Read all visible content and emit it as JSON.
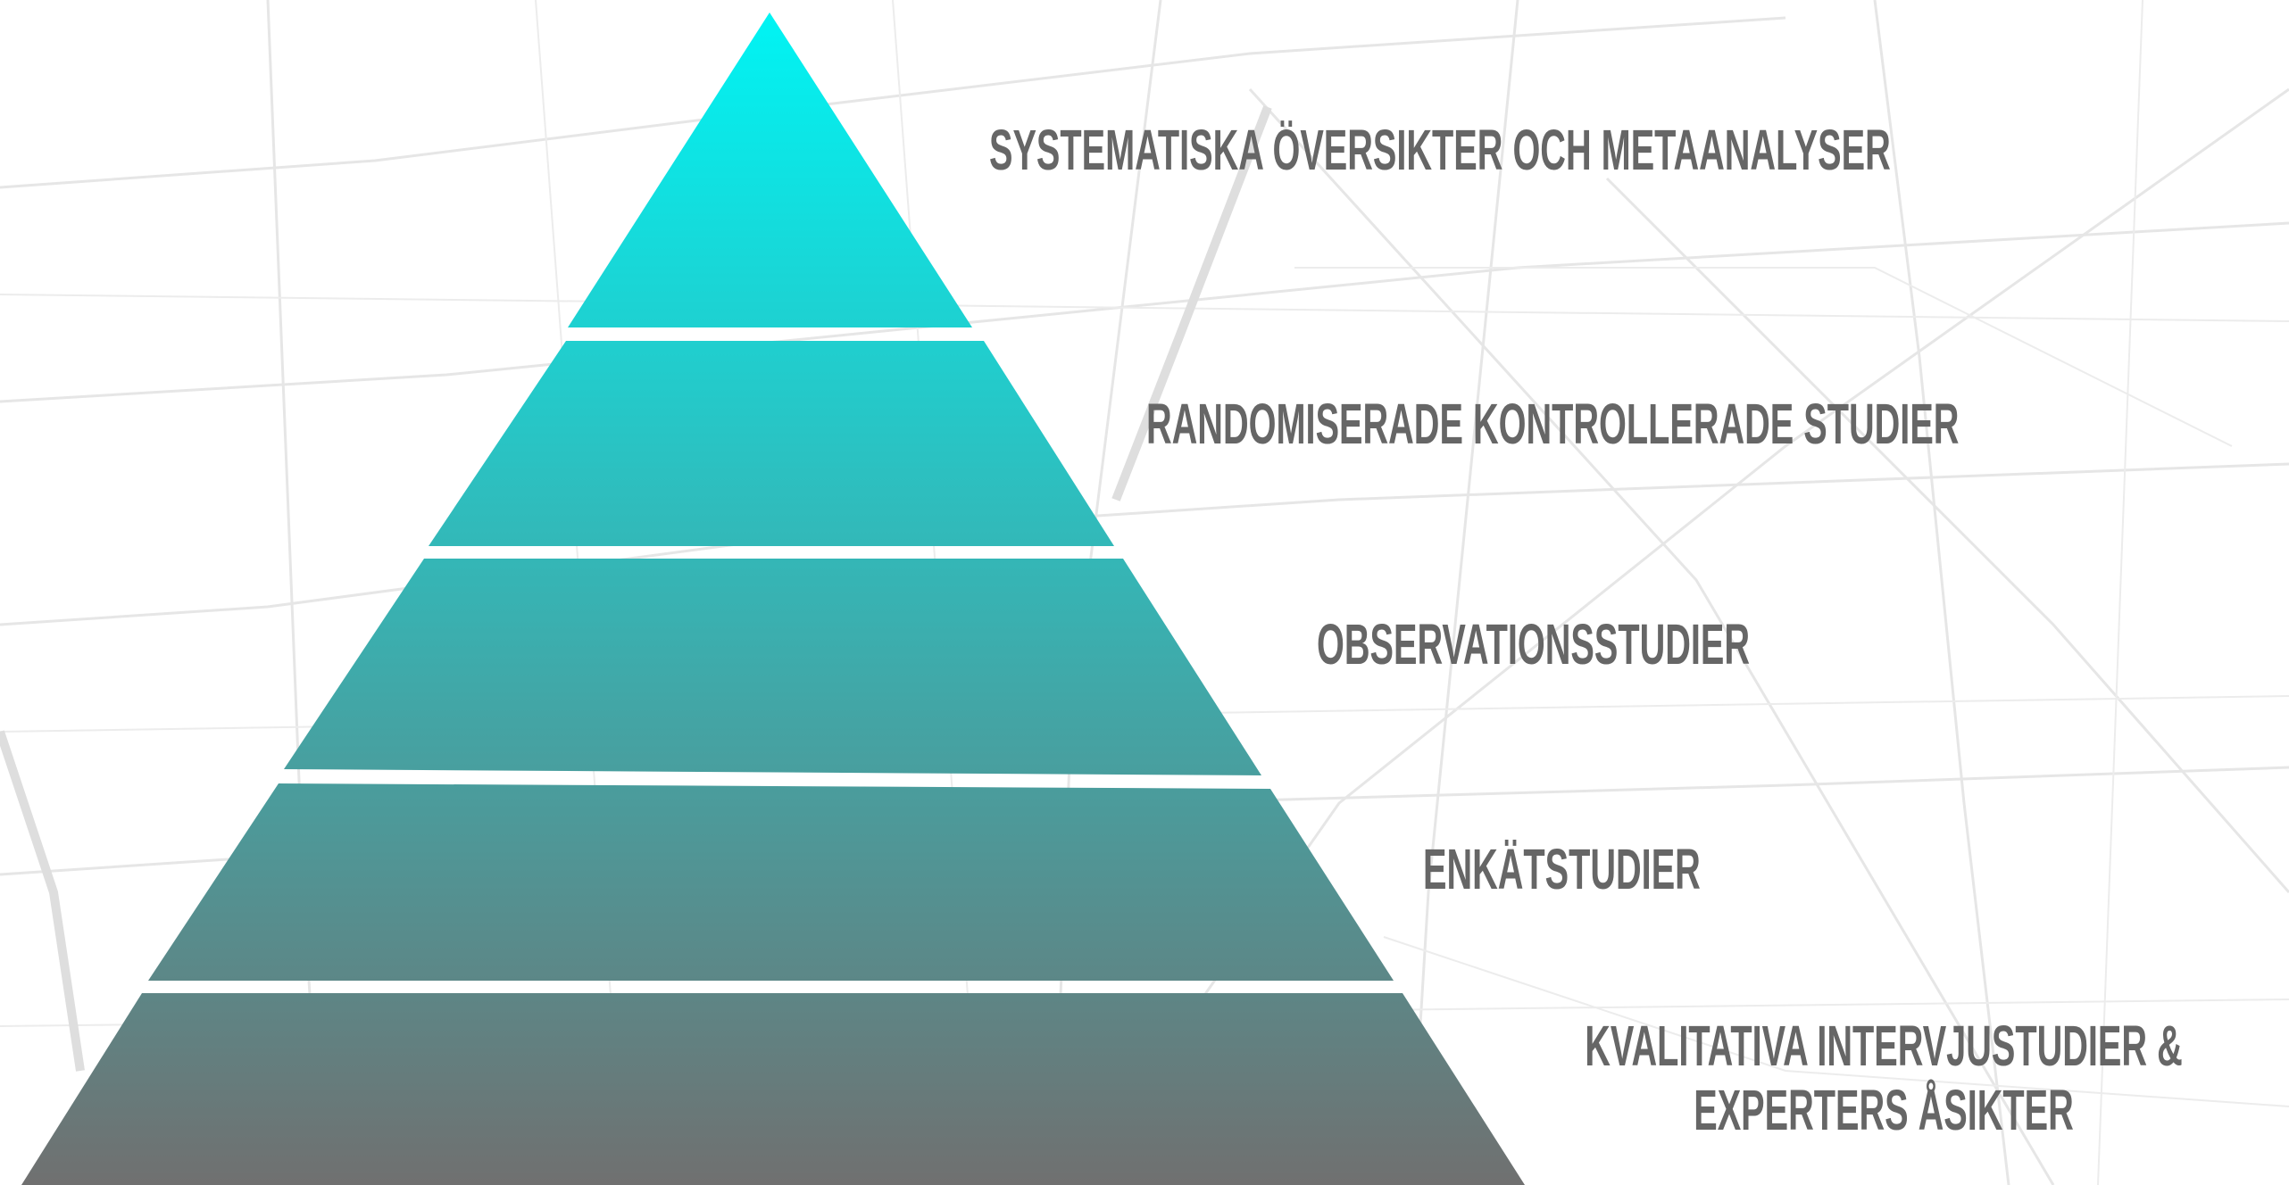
{
  "diagram": {
    "type": "evidence-pyramid",
    "gradient_colors": {
      "top": "#00f4f4",
      "bottom": "#707070"
    },
    "label_color": "#666666",
    "levels": [
      {
        "label": "SYSTEMATISKA ÖVERSIKTER OCH METAANALYSER"
      },
      {
        "label": "RANDOMISERADE KONTROLLERADE STUDIER"
      },
      {
        "label": "OBSERVATIONSSTUDIER"
      },
      {
        "label": "ENKÄTSTUDIER"
      },
      {
        "label_lines": [
          "KVALITATIVA INTERVJUSTUDIER &",
          "EXPERTERS ÅSIKTER"
        ]
      }
    ]
  }
}
